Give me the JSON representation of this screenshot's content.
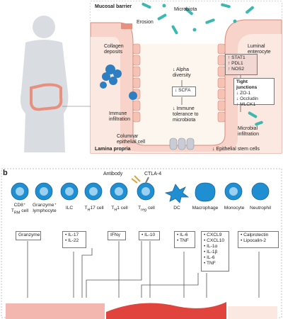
{
  "panel_a": {
    "mucosal_barrier": "Mucosal barrier",
    "microbiota": "Microbiota",
    "erosion": "Erosion",
    "collagen_deposits": [
      "Collagen",
      "deposits"
    ],
    "luminal_enterocyte": [
      "Luminal",
      "enterocyte"
    ],
    "alpha_diversity": [
      "↓ Alpha",
      "diversity"
    ],
    "scfa": "↓ SCFA",
    "immune_tolerance": [
      "↓ Immune",
      "tolerance to",
      "microbiota"
    ],
    "stat_list": [
      "↑ STAT1",
      "↑ PDL1",
      "↑ NOS2"
    ],
    "tight_junctions": [
      "Tight",
      "junctions"
    ],
    "tj_list": [
      "↓ ZO-1",
      "↓ Occludin",
      "↑ MLCK1"
    ],
    "immune_infiltration": [
      "Immune",
      "infiltration"
    ],
    "microbial_infiltration": [
      "Microbial",
      "infiltration"
    ],
    "columnar_cell": [
      "Columnar",
      "epithelial cell"
    ],
    "lamina_propria": "Lamina propria",
    "epithelial_stem": "↓ Epithelial stem cells"
  },
  "panel_b": {
    "label": "b",
    "antibody": "Antibody",
    "ctla4": "CTLA-4",
    "cells": [
      {
        "name": [
          "CD8⁺",
          "T<sub>RM</sub> cell"
        ]
      },
      {
        "name": [
          "Granzyme⁺",
          "lymphocyte"
        ]
      },
      {
        "name": [
          "ILC"
        ]
      },
      {
        "name": [
          "T<sub>H</sub>17 cell"
        ]
      },
      {
        "name": [
          "T<sub>H</sub>1 cell"
        ]
      },
      {
        "name": [
          "T<sub>reg</sub> cell"
        ]
      },
      {
        "name": [
          "DC"
        ]
      },
      {
        "name": [
          "Macrophage"
        ]
      },
      {
        "name": [
          "Monocyte"
        ]
      },
      {
        "name": [
          "Neutrophil"
        ]
      }
    ],
    "boxes": {
      "granzyme": [
        "Granzyme"
      ],
      "il17": [
        "• IL-17",
        "• IL-22"
      ],
      "ifng": [
        "IFNγ"
      ],
      "il10": [
        "• IL-10"
      ],
      "il6": [
        "• IL-6",
        "• TNF"
      ],
      "cxcl": [
        "• CXCL9",
        "• CXCL10",
        "• IL-1α",
        "• IL-1β",
        "• IL-6",
        "• TNF"
      ],
      "calpro": [
        "• Calprotectin",
        "• Lipocalin-2"
      ]
    }
  },
  "colors": {
    "cell_blue": "#1f8fd1",
    "tissue_pink": "#f3b7b0",
    "microbe_teal": "#3bb8b0",
    "body_gray": "#d9dde2",
    "blood_red": "#e0443c"
  }
}
